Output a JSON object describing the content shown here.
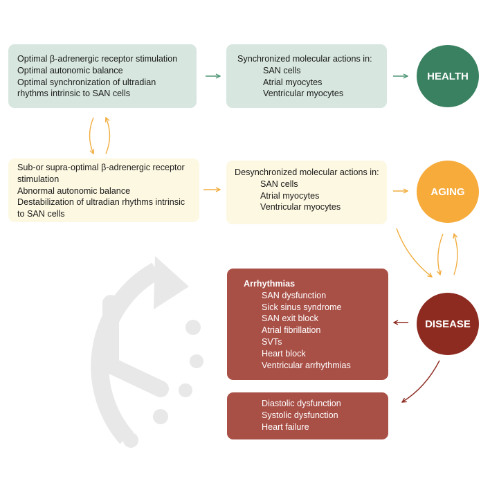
{
  "health_conditions": {
    "lines": [
      "Optimal β-adrenergic receptor stimulation",
      "Optimal autonomic balance",
      "Optimal synchronization of ultradian",
      "rhythms intrinsic to SAN cells"
    ]
  },
  "synchronized": {
    "title": "Synchronized molecular actions in:",
    "items": [
      "SAN cells",
      "Atrial myocytes",
      "Ventricular myocytes"
    ]
  },
  "aging_conditions": {
    "lines": [
      "Sub-or supra-optimal β-adrenergic receptor",
      "stimulation",
      "Abnormal autonomic balance",
      "Destabilization of ultradian rhythms intrinsic",
      "to SAN cells"
    ]
  },
  "desynchronized": {
    "title": "Desynchronized molecular actions in:",
    "items": [
      "SAN cells",
      "Atrial myocytes",
      "Ventricular myocytes"
    ]
  },
  "arrhythmias": {
    "title": "Arrhythmias",
    "items": [
      "SAN dysfunction",
      "Sick sinus syndrome",
      "SAN exit block",
      "Atrial fibrillation",
      "SVTs",
      "Heart block",
      "Ventricular arrhythmias"
    ]
  },
  "heart_failure": {
    "items": [
      "Diastolic dysfunction",
      "Systolic dysfunction",
      "Heart failure"
    ]
  },
  "states": {
    "health": "HEALTH",
    "aging": "AGING",
    "disease": "DISEASE"
  },
  "colors": {
    "health": "#3a8161",
    "aging": "#f6ab3b",
    "disease": "#8d2b21",
    "green_box": "#d7e6df",
    "yellow_box": "#fdf8e2",
    "red_box": "#a84f46",
    "clock": "#e8e8e8",
    "green_arrow": "#4e9576",
    "yellow_arrow": "#f1ad3f",
    "red_arrow": "#8d2b21"
  },
  "icons": {
    "background": "clock-icon"
  }
}
